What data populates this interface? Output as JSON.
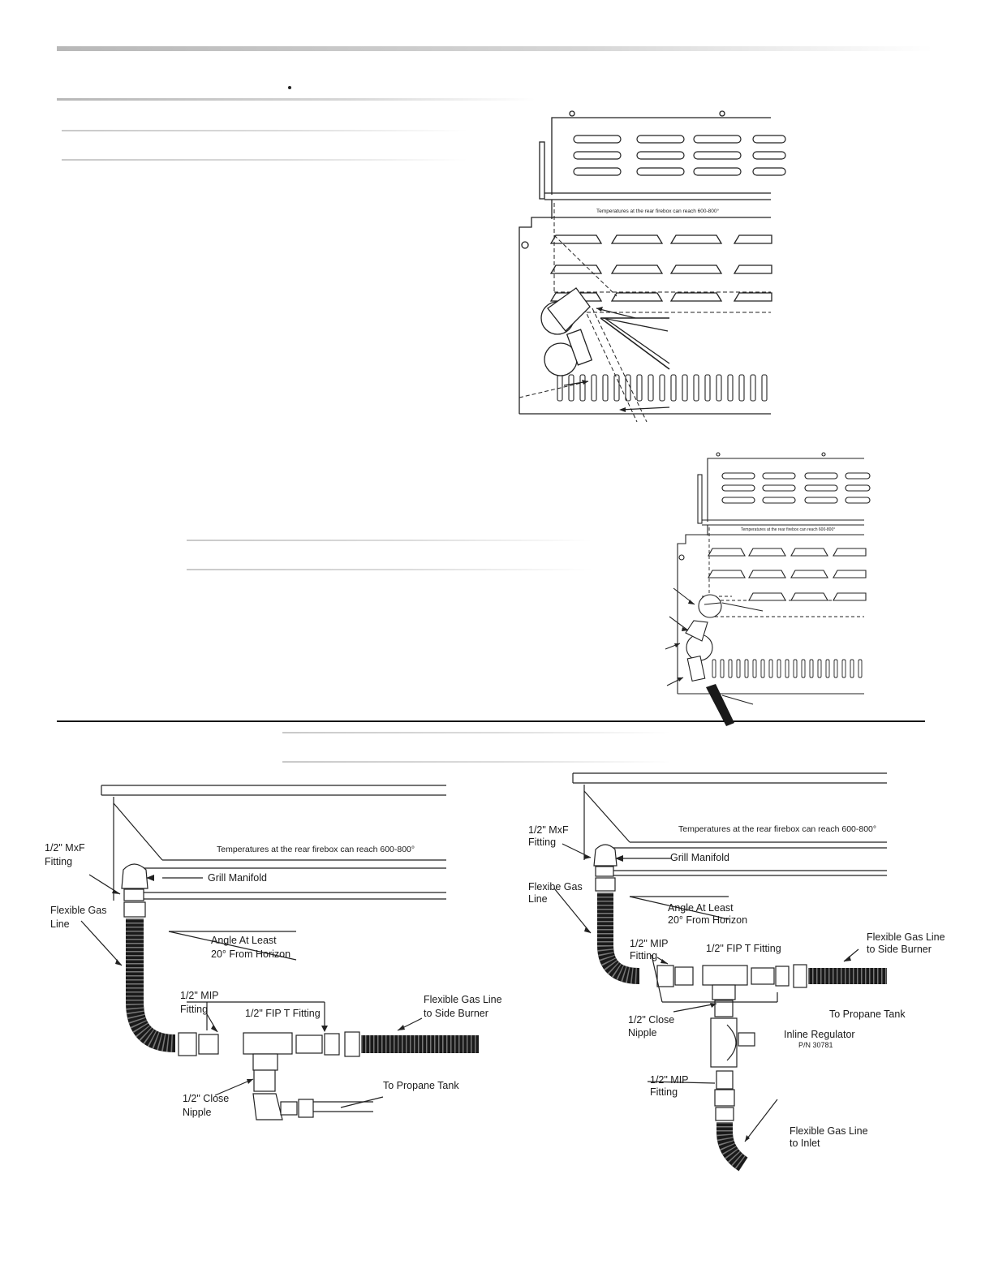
{
  "diagrams": {
    "top": {
      "warning": "Temperatures at the rear firebox can reach 600-800°"
    },
    "middle": {
      "warning": "Temperatures at the rear firebox can reach 600-800°"
    },
    "bottom_left": {
      "warning": "Temperatures at the rear firebox can reach 600-800°",
      "labels": {
        "mxf_1": "1/2\" MxF",
        "mxf_2": "Fitting",
        "manifold": "Grill Manifold",
        "flex_1": "Flexible Gas",
        "flex_2": "Line",
        "angle_1": "Angle At Least",
        "angle_2": "20° From Horizon",
        "mip_1": "1/2\" MIP",
        "mip_2": "Fitting",
        "fip": "1/2\" FIP T Fitting",
        "side_1": "Flexible Gas Line",
        "side_2": "to Side Burner",
        "close_1": "1/2\" Close",
        "close_2": "Nipple",
        "tank": "To Propane Tank"
      }
    },
    "bottom_right": {
      "warning": "Temperatures at the rear firebox can reach 600-800°",
      "labels": {
        "mxf_1": "1/2\" MxF",
        "mxf_2": "Fitting",
        "manifold": "Grill Manifold",
        "flex_1": "Flexibe Gas",
        "flex_2": "Line",
        "angle_1": "Angle At Least",
        "angle_2": "20° From Horizon",
        "mip_1": "1/2\" MIP",
        "mip_2": "Fitting",
        "fip": "1/2\" FIP T Fitting",
        "side_1": "Flexible Gas Line",
        "side_2": "to Side Burner",
        "close_1": "1/2\" Close",
        "close_2": "Nipple",
        "tank": "To Propane Tank",
        "reg_1": "Inline Regulator",
        "reg_2": "P/N 30781",
        "mip2_1": "1/2\" MIP",
        "mip2_2": "Fitting",
        "inlet_1": "Flexible Gas Line",
        "inlet_2": "to Inlet"
      }
    }
  }
}
